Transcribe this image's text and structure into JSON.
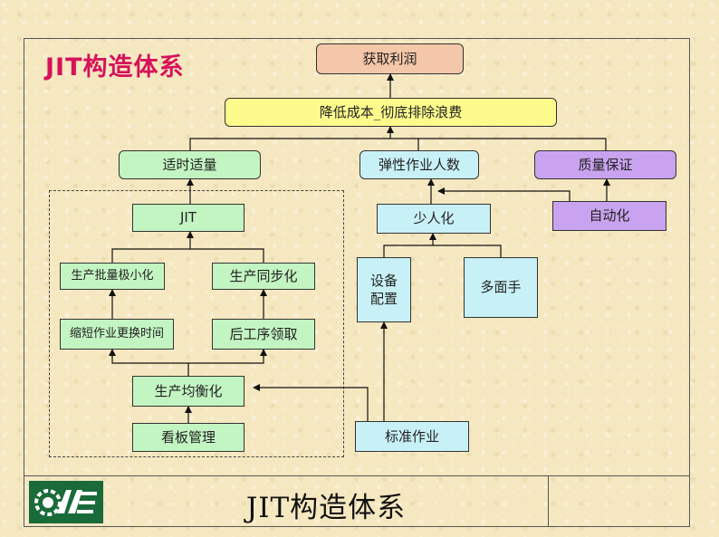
{
  "page_title": "JIT构造体系",
  "footer_title": "JIT构造体系",
  "colors": {
    "title_red": "#d6125a",
    "orange": "#f4c7a8",
    "yellow": "#fdfa8c",
    "green": "#c3f5c3",
    "cyan": "#c8f1f7",
    "purple": "#c9a3ef",
    "logo_bg": "#1a6b3a"
  },
  "nodes": {
    "profit": "获取利润",
    "cost": "降低成本_彻底排除浪费",
    "jit_timely": "适时适量",
    "flex_workforce": "弹性作业人数",
    "quality": "质量保证",
    "jit": "JIT",
    "fewer_people": "少人化",
    "jidoka": "自动化",
    "small_lot": "生产批量极小化",
    "sync": "生产同步化",
    "equipment_layout": "设备\n配置",
    "multi_skill": "多面手",
    "changeover": "缩短作业更换时间",
    "pull": "后工序领取",
    "leveling": "生产均衡化",
    "kanban": "看板管理",
    "standard_work": "标准作业"
  },
  "logo_icon": "gear-logo-icon"
}
